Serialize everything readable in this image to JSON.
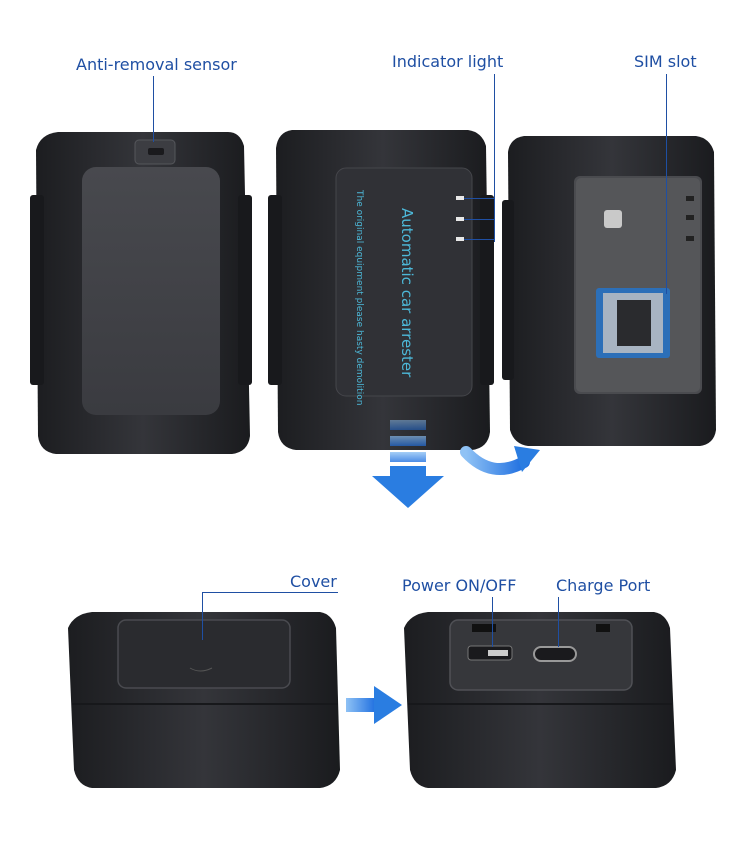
{
  "callouts": {
    "anti_removal": "Anti-removal sensor",
    "indicator": "Indicator light",
    "sim": "SIM slot",
    "cover": "Cover",
    "power": "Power ON/OFF",
    "charge": "Charge Port"
  },
  "device_print": {
    "main": "Automatic car arrester",
    "sub": "The original equipment please hasty demolition"
  },
  "colors": {
    "label": "#1f4fa3",
    "arrow": "#2a7de1",
    "device_body": "#2b2c30",
    "print": "#4db8d8"
  }
}
